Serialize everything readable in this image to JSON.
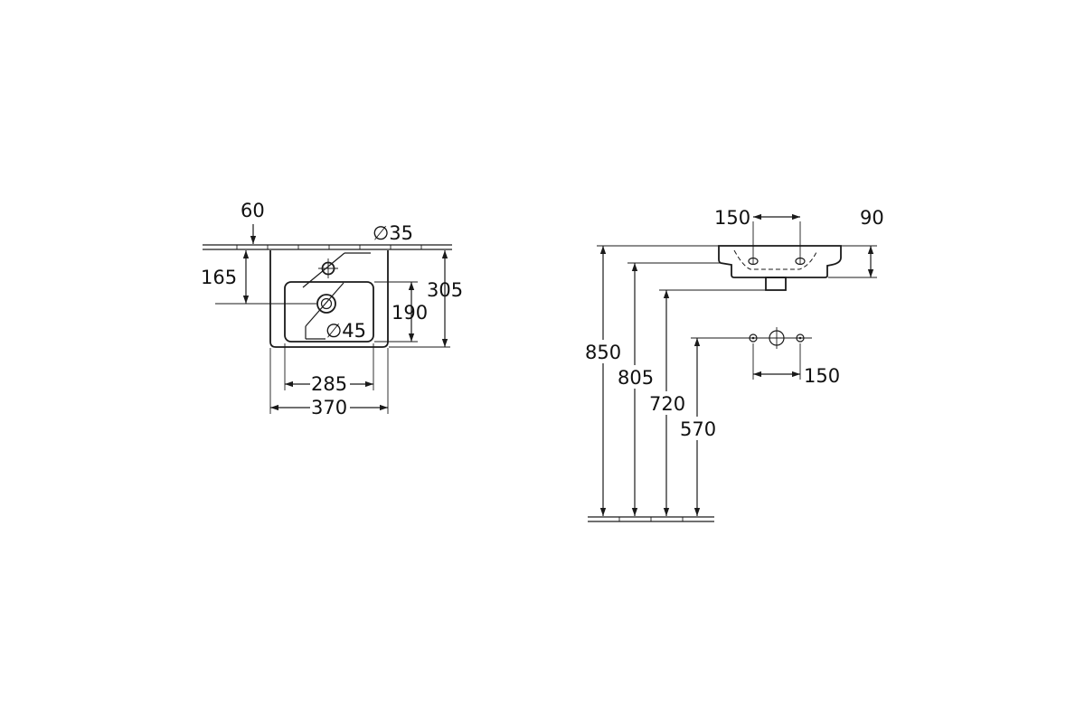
{
  "top_view": {
    "dims": {
      "d60": "60",
      "d165": "165",
      "d305": "305",
      "d190": "190",
      "d285": "285",
      "d370": "370",
      "tap_hole": "∅35",
      "waste_hole": "∅45"
    }
  },
  "side_view": {
    "dims": {
      "d150_top": "150",
      "d90": "90",
      "d850": "850",
      "d805": "805",
      "d720": "720",
      "d570": "570",
      "d150_bottom": "150"
    }
  }
}
